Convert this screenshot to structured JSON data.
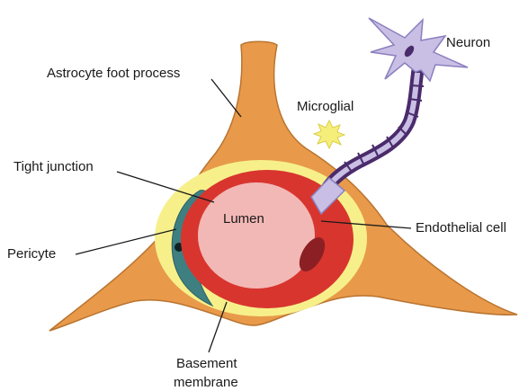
{
  "labels": {
    "neuron": "Neuron",
    "astrocyte": "Astrocyte foot process",
    "microglial": "Microglial",
    "tight_junction": "Tight junction",
    "lumen": "Lumen",
    "endothelial": "Endothelial cell",
    "pericyte": "Pericyte",
    "basement_line1": "Basement",
    "basement_line2": "membrane"
  },
  "colors": {
    "astrocyte": "#e89a4a",
    "astrocyte_outline": "#b97430",
    "basement": "#f7f08a",
    "endothelial": "#d8352f",
    "lumen": "#f2b8b6",
    "pericyte": "#3e7f82",
    "nucleus": "#8c1f24",
    "neuron": "#c9bfe4",
    "neuron_outline": "#8a7fbf",
    "myelin": "#4a2b6b",
    "microglia": "#f6ee7a"
  }
}
